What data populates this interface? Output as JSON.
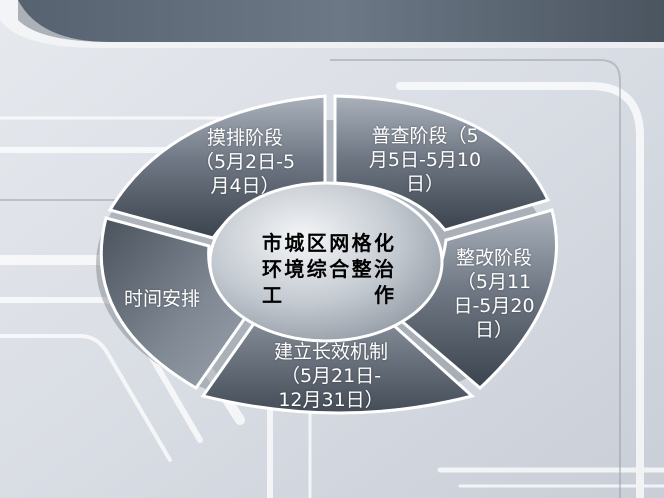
{
  "diagram": {
    "center": "市城区网格化\n环境综合整治\n工　　　　作",
    "segments": [
      {
        "id": "investigation",
        "label": "摸排阶段\n（5月2日-5\n月4日）"
      },
      {
        "id": "survey",
        "label": "普查阶段（5\n月5日-5月10\n日）"
      },
      {
        "id": "rectification",
        "label": "整改阶段\n（5月11\n日-5月20\n日）"
      },
      {
        "id": "mechanism",
        "label": "建立长效机制\n（5月21日-\n12月31日）"
      },
      {
        "id": "schedule",
        "label": "时间安排"
      }
    ]
  }
}
